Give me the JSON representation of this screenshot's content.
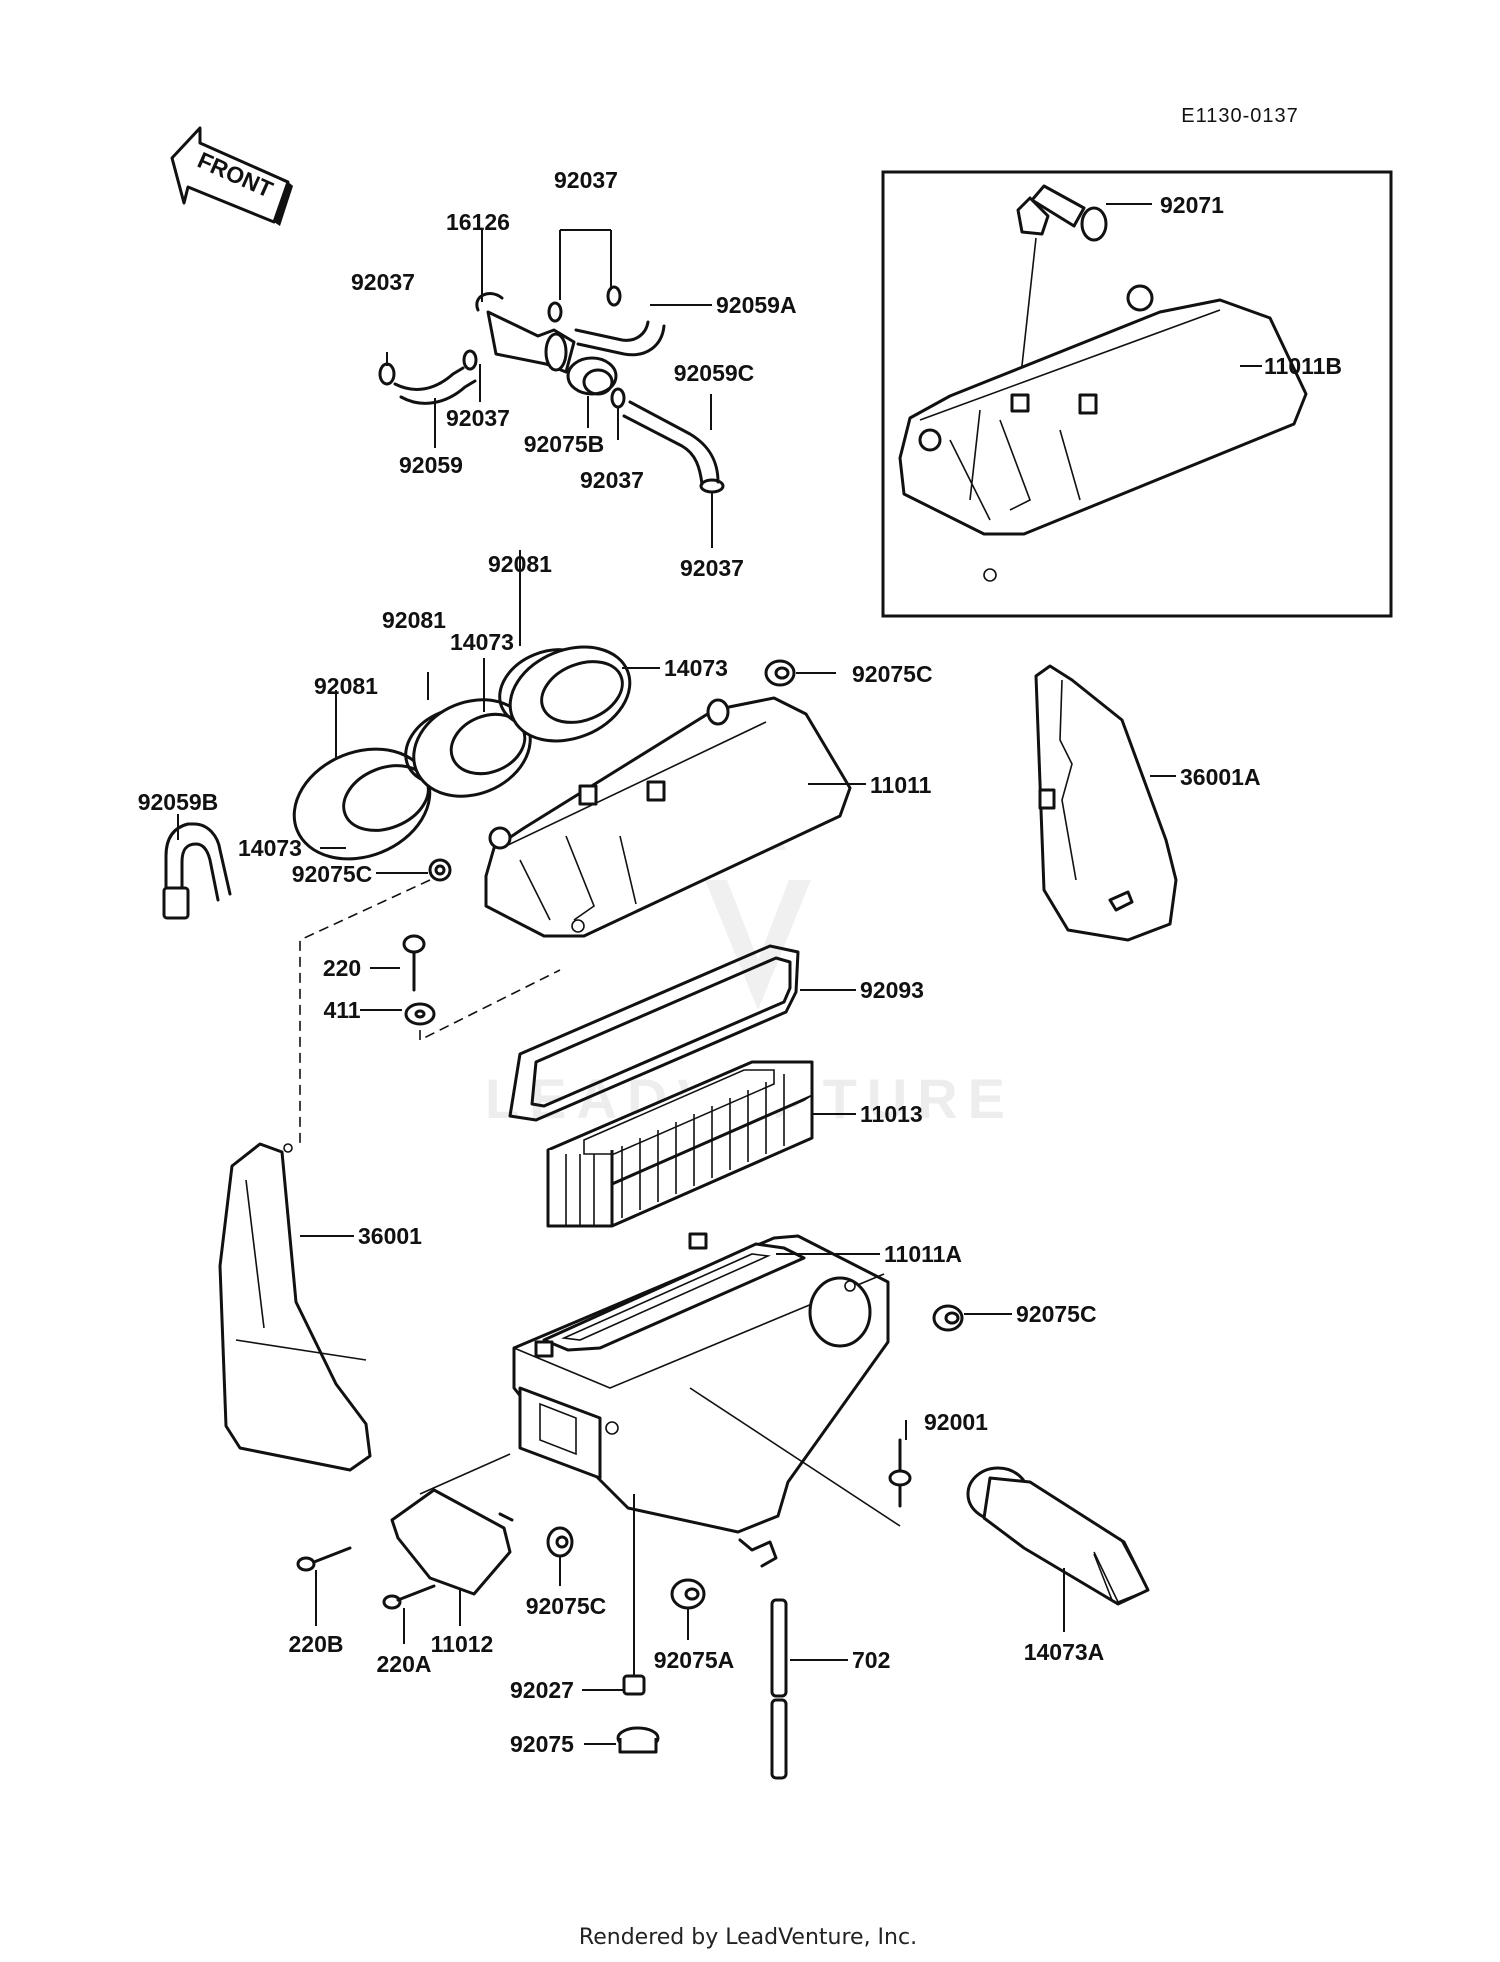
{
  "diagram_code": "E1130-0137",
  "front_label": "FRONT",
  "watermark": "LEADVENTURE",
  "footer": "Rendered by LeadVenture, Inc.",
  "labels": {
    "p92037_top": "92037",
    "p16126": "16126",
    "p92037_left": "92037",
    "p92059A": "92059A",
    "p92059C": "92059C",
    "p92037_mid": "92037",
    "p92059": "92059",
    "p92075B": "92075B",
    "p92037_right": "92037",
    "p92037_bottom": "92037",
    "p92071": "92071",
    "p11011B": "11011B",
    "p92081_top": "92081",
    "p92081_mid": "92081",
    "p14073_a": "14073",
    "p14073_b": "14073",
    "p92081_left": "92081",
    "p92075C_top": "92075C",
    "p11011": "11011",
    "p36001A": "36001A",
    "p92059B": "92059B",
    "p14073_c": "14073",
    "p92075C_left": "92075C",
    "p220": "220",
    "p411": "411",
    "p92093": "92093",
    "p11013": "11013",
    "p36001": "36001",
    "p11011A": "11011A",
    "p92075C_right": "92075C",
    "p92001": "92001",
    "p220B": "220B",
    "p220A": "220A",
    "p11012": "11012",
    "p92075C_bottom": "92075C",
    "p92075A": "92075A",
    "p702": "702",
    "p14073A": "14073A",
    "p92027": "92027",
    "p92075": "92075"
  }
}
